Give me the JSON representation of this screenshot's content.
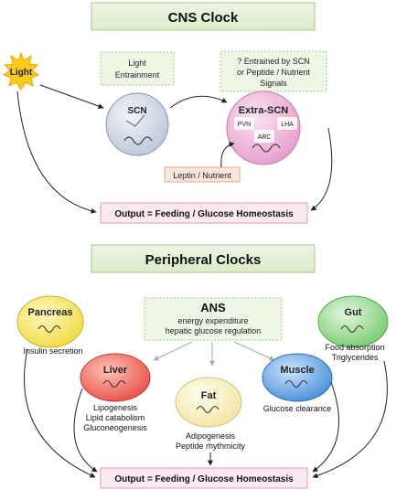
{
  "cns": {
    "title": "CNS Clock",
    "light": "Light",
    "light_entrainment": [
      "Light",
      "Entrainment"
    ],
    "scn": "SCN",
    "entrained_note": [
      "? Entrained by SCN",
      "or Peptide / Nutrient",
      "Signals"
    ],
    "extra_scn": "Extra-SCN",
    "pvn": "PVN",
    "lha": "LHA",
    "arc": "ARC",
    "leptin": "Leptin / Nutrient",
    "output": "Output = Feeding / Glucose Homeostasis"
  },
  "peripheral": {
    "title": "Peripheral Clocks",
    "ans": {
      "title": "ANS",
      "lines": [
        "energy expenditure",
        "hepatic glucose regulation"
      ]
    },
    "pancreas": {
      "name": "Pancreas",
      "desc": [
        "Insulin secretion"
      ],
      "color": "#f3e24c"
    },
    "liver": {
      "name": "Liver",
      "desc": [
        "Lipogenesis",
        "Lipid catabolism",
        "Gluconeogenesis"
      ],
      "color": "#ec5549"
    },
    "fat": {
      "name": "Fat",
      "desc": [
        "Adipogenesis",
        "Peptide rhythmicity"
      ],
      "color": "#f8edaf"
    },
    "muscle": {
      "name": "Muscle",
      "desc": [
        "Glucose clearance"
      ],
      "color": "#3f8fd8"
    },
    "gut": {
      "name": "Gut",
      "desc": [
        "Food absorption",
        "Triglycerides"
      ],
      "color": "#7dcf74"
    },
    "output": "Output = Feeding / Glucose Homeostasis"
  }
}
